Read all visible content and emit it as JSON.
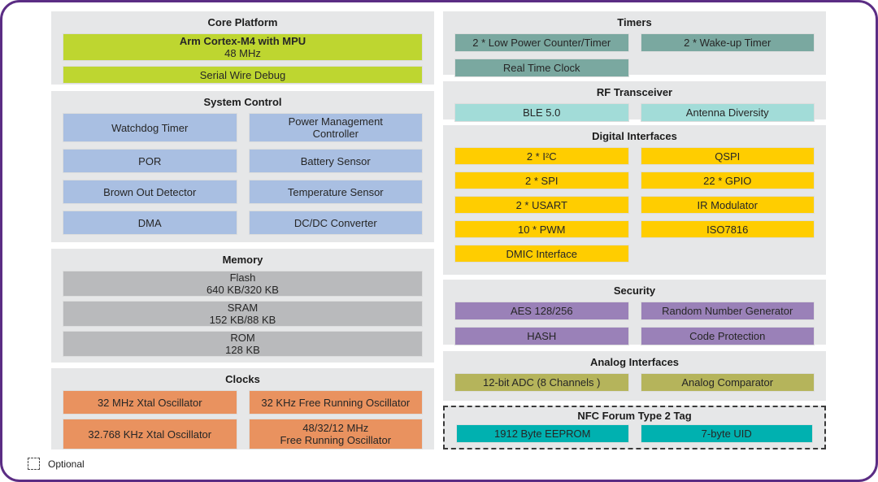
{
  "colors": {
    "frame_border": "#5b2d84",
    "panel_bg": "#e6e7e8",
    "green": "#bed630",
    "blue": "#a9bfe2",
    "mem_gray": "#b9babc",
    "orange": "#e9925f",
    "teal": "#7aa8a0",
    "cyan": "#a2dcd8",
    "yellow": "#ffcd00",
    "purple": "#9a81b8",
    "olive": "#b5b45b",
    "nfc_teal": "#00b1b0"
  },
  "left": {
    "core_platform": {
      "title": "Core Platform",
      "cpu_line1": "Arm Cortex-M4 with MPU",
      "cpu_line2": "48 MHz",
      "swd": "Serial Wire Debug"
    },
    "system_control": {
      "title": "System Control",
      "blocks": [
        "Watchdog Timer",
        "Power Management\nController",
        "POR",
        "Battery Sensor",
        "Brown Out Detector",
        "Temperature Sensor",
        "DMA",
        "DC/DC Converter"
      ]
    },
    "memory": {
      "title": "Memory",
      "blocks": [
        "Flash\n640 KB/320 KB",
        "SRAM\n152 KB/88 KB",
        "ROM\n128 KB"
      ]
    },
    "clocks": {
      "title": "Clocks",
      "blocks": [
        "32 MHz Xtal Oscillator",
        "32 KHz Free Running Oscillator",
        "32.768 KHz Xtal Oscillator",
        "48/32/12 MHz\nFree Running Oscillator"
      ]
    }
  },
  "right": {
    "timers": {
      "title": "Timers",
      "blocks": [
        "2 * Low Power Counter/Timer",
        "2 * Wake-up Timer",
        "Real Time Clock"
      ]
    },
    "rf_transceiver": {
      "title": "RF Transceiver",
      "blocks": [
        "BLE 5.0",
        "Antenna Diversity"
      ]
    },
    "digital_interfaces": {
      "title": "Digital Interfaces",
      "left_blocks": [
        "2 * I²C",
        "2 * SPI",
        "2 * USART",
        "10 * PWM",
        "DMIC Interface"
      ],
      "right_blocks": [
        "QSPI",
        "22 * GPIO",
        "IR Modulator",
        "ISO7816"
      ]
    },
    "security": {
      "title": "Security",
      "blocks": [
        "AES 128/256",
        "Random Number Generator",
        "HASH",
        "Code Protection"
      ]
    },
    "analog_interfaces": {
      "title": "Analog Interfaces",
      "blocks": [
        "12-bit ADC (8 Channels )",
        "Analog Comparator"
      ]
    },
    "nfc": {
      "title": "NFC Forum Type 2 Tag",
      "blocks": [
        "1912 Byte EEPROM",
        "7-byte UID"
      ]
    }
  },
  "legend": {
    "label": "Optional"
  }
}
